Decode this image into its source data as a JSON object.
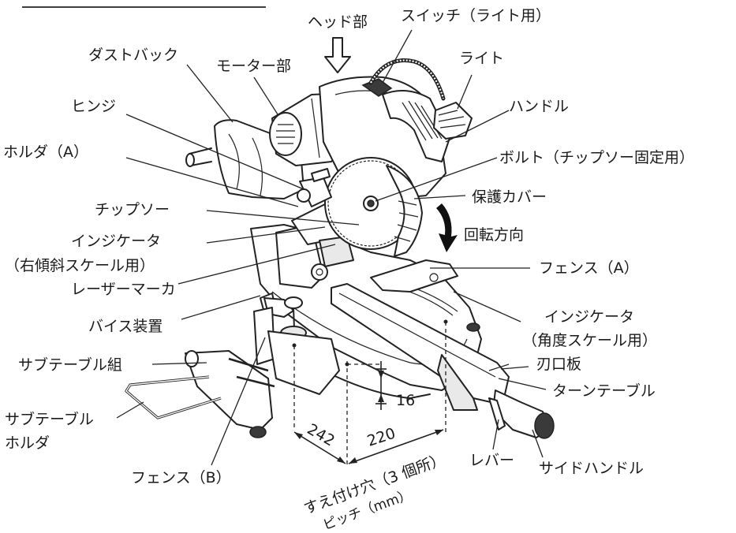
{
  "labels": {
    "head": "ヘッド部",
    "switch": "スイッチ（ライト用）",
    "light": "ライト",
    "dust_bag": "ダストバック",
    "motor": "モーター部",
    "handle": "ハンドル",
    "hinge": "ヒンジ",
    "holder_a": "ホルダ（A）",
    "bolt": "ボルト（チップソー固定用）",
    "protective_cover": "保護カバー",
    "tip_saw": "チップソー",
    "rotation_direction": "回転方向",
    "indicator_bevel_1": "インジケータ",
    "indicator_bevel_2": "（右傾斜スケール用）",
    "fence_a": "フェンス（A）",
    "laser_marker": "レーザーマーカ",
    "indicator_angle_1": "インジケータ",
    "indicator_angle_2": "（角度スケール用）",
    "vise": "バイス装置",
    "kerf_board": "刃口板",
    "sub_table_set": "サブテーブル組",
    "turntable": "ターンテーブル",
    "sub_table_holder_1": "サブテーブル",
    "sub_table_holder_2": "ホルダ",
    "fence_b": "フェンス（B）",
    "lever": "レバー",
    "side_handle": "サイドハンドル",
    "mount_holes_1": "すえ付け穴（3 個所）",
    "mount_holes_2": "ピッチ（mm）"
  },
  "dimensions": {
    "d16": "16",
    "d242": "242",
    "d220": "220"
  }
}
